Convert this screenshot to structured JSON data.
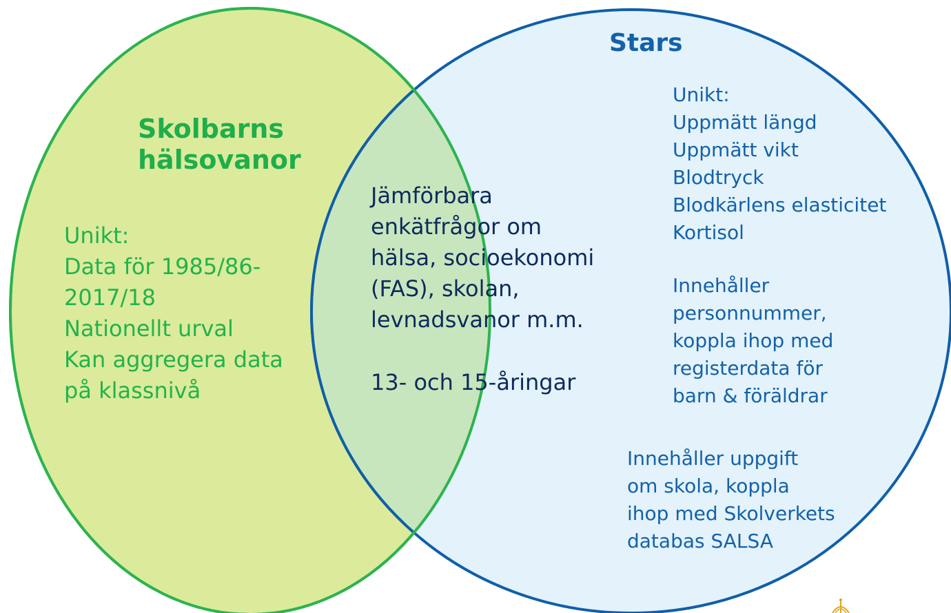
{
  "colors": {
    "left_fill": "#dbeb9b",
    "left_stroke": "#2db34f",
    "right_fill": "#e3f2fb",
    "right_stroke": "#0f5fa8",
    "overlap_fill": "#c8e6bd",
    "left_text": "#22b24c",
    "center_text": "#0e2a5c",
    "right_text": "#1461a8"
  },
  "left": {
    "title": [
      "Skolbarns",
      "hälsovanor"
    ],
    "unique": [
      "Unikt:",
      "Data för 1985/86-",
      "2017/18",
      "Nationellt urval",
      "Kan aggregera data",
      "på klassnivå"
    ]
  },
  "center": {
    "shared": [
      "Jämförbara",
      "enkätfrågor om",
      "hälsa, socioekonomi",
      "(FAS), skolan,",
      "levnadsvanor m.m."
    ],
    "ages": "13- och 15-åringar"
  },
  "right": {
    "title": "Stars",
    "unique": [
      "Unikt:",
      "Uppmätt längd",
      "Uppmätt vikt",
      "Blodtryck",
      "Blodkärlens elasticitet",
      "Kortisol"
    ],
    "registry": [
      "Innehåller",
      "personnummer,",
      "koppla ihop med",
      "registerdata för",
      "barn & föräldrar"
    ],
    "school": [
      "Innehåller uppgift",
      "om skola, koppla",
      "ihop med Skolverkets",
      "databas SALSA"
    ]
  },
  "icons": {
    "emblem": "crown-emblem-icon"
  }
}
